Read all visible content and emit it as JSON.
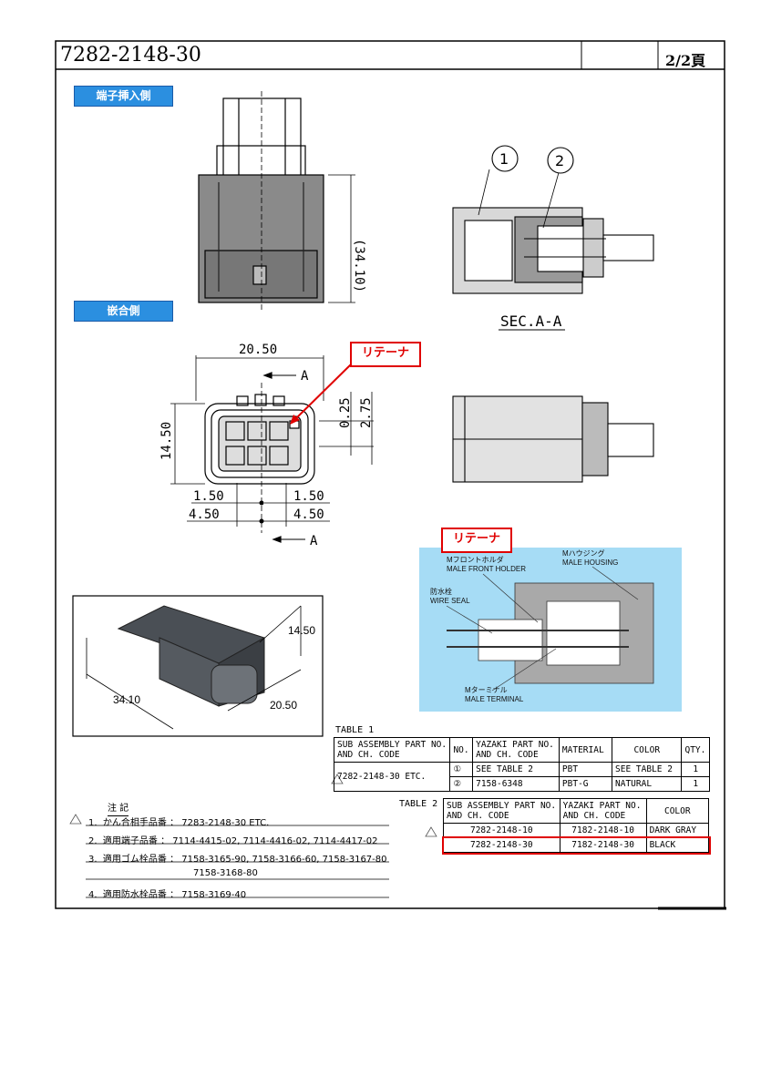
{
  "header": {
    "part_number": "7282-2148-30",
    "page": "2/2頁"
  },
  "views": {
    "terminal_side": "端子挿入側",
    "mating_side": "嵌合側",
    "retainer": "リテーナ",
    "section": "SEC.A-A",
    "circle1": "1",
    "circle2": "2",
    "section_mark": "A"
  },
  "dims": {
    "height": "(34.10)",
    "width": "20.50",
    "side": "14.50",
    "d025": "0.25",
    "d275": "2.75",
    "d150": "1.50",
    "d450": "4.50"
  },
  "iso_dims": {
    "width": "20.50",
    "height": "14.50",
    "length": "34.10"
  },
  "cutaway": {
    "front_holder": [
      "Mフロントホルダ",
      "MALE FRONT HOLDER"
    ],
    "housing": [
      "Mハウジング",
      "MALE HOUSING"
    ],
    "seal": [
      "防水栓",
      "WIRE SEAL"
    ],
    "terminal": [
      "Mターミナル",
      "MALE TERMINAL"
    ]
  },
  "table1": {
    "caption": "TABLE 1",
    "headers": [
      "SUB ASSEMBLY PART NO. AND CH. CODE",
      "NO.",
      "YAZAKI PART NO. AND CH. CODE",
      "MATERIAL",
      "COLOR",
      "QTY."
    ],
    "assembly": "7282-2148-30 ETC.",
    "rows": [
      {
        "no": "①",
        "part": "SEE TABLE 2",
        "material": "PBT",
        "color": "SEE TABLE 2",
        "qty": "1"
      },
      {
        "no": "②",
        "part": "7158-6348",
        "material": "PBT-G",
        "color": "NATURAL",
        "qty": "1"
      }
    ]
  },
  "table2": {
    "caption": "TABLE 2",
    "headers": [
      "SUB ASSEMBLY PART NO. AND CH. CODE",
      "YAZAKI PART NO. AND CH. CODE",
      "COLOR"
    ],
    "rows": [
      {
        "sub": "7282-2148-10",
        "part": "7182-2148-10",
        "color": "DARK GRAY"
      },
      {
        "sub": "7282-2148-30",
        "part": "7182-2148-30",
        "color": "BLACK"
      }
    ]
  },
  "notes": {
    "title": "注 記",
    "items": [
      {
        "num": "1.",
        "text": "かん合相手品番 ： 7283-2148-30 ETC."
      },
      {
        "num": "2.",
        "text": "適用端子品番 ： 7114-4415-02, 7114-4416-02, 7114-4417-02"
      },
      {
        "num": "3.",
        "text": "適用ゴム栓品番 ： 7158-3165-90, 7158-3166-60, 7158-3167-80"
      },
      {
        "num": "",
        "text": "7158-3168-80"
      },
      {
        "num": "4.",
        "text": "適用防水栓品番 ： 7158-3169-40"
      }
    ]
  },
  "colors": {
    "tab_blue": "#2b8fe0",
    "retainer_red": "#e00000",
    "cutaway_bg": "#a6dcf5"
  }
}
